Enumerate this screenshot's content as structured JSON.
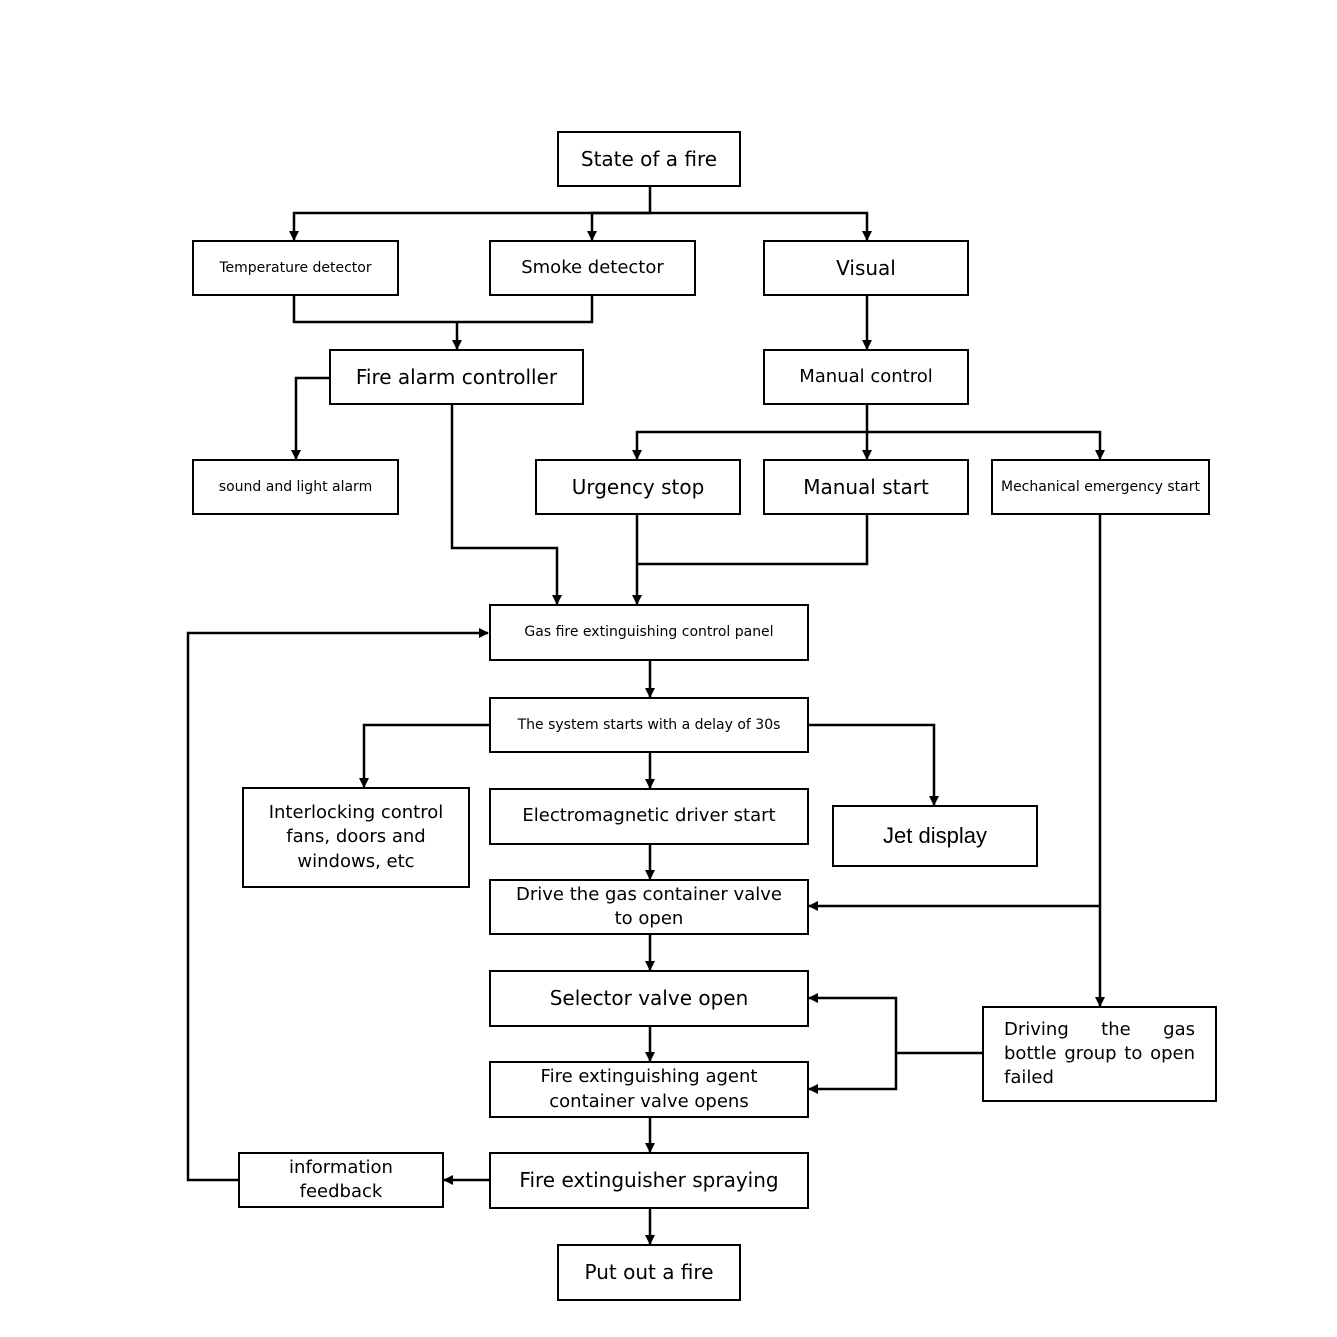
{
  "nodes": {
    "state_of_fire": "State of a fire",
    "temperature_detector": "Temperature detector",
    "smoke_detector": "Smoke detector",
    "visual": "Visual",
    "fire_alarm_controller": "Fire alarm controller",
    "manual_control": "Manual control",
    "sound_light_alarm": "sound and light alarm",
    "urgency_stop": "Urgency stop",
    "manual_start": "Manual start",
    "mechanical_emergency_start": "Mechanical emergency start",
    "gas_control_panel": "Gas fire extinguishing control panel",
    "system_delay": "The system starts with a delay of 30s",
    "interlocking_control": "Interlocking control\nfans, doors and\nwindows, etc",
    "electromagnetic_driver": "Electromagnetic driver start",
    "jet_display": "Jet display",
    "drive_gas_valve": "Drive the gas container valve\nto open",
    "selector_valve": "Selector valve open",
    "driving_failed": "Driving the gas bottle group to open failed",
    "agent_valve": "Fire extinguishing agent\ncontainer valve opens",
    "information_feedback": "information\nfeedback",
    "extinguisher_spraying": "Fire extinguisher spraying",
    "put_out_fire": "Put out a fire"
  }
}
